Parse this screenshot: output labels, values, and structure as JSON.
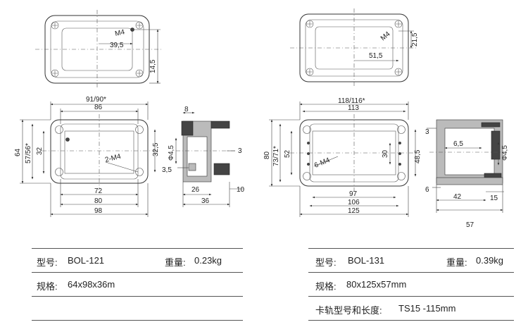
{
  "left_product": {
    "dims": {
      "m4_top": "M4",
      "d39_5": "39,5",
      "d14_5": "14,5",
      "d91_90": "91/90*",
      "d86": "86",
      "d64": "64",
      "d57_56": "57/56*",
      "d32": "32",
      "d2m4": "2-M4",
      "d32_5": "32,5",
      "d72": "72",
      "d80": "80",
      "d98": "98",
      "d8": "8",
      "d3": "3",
      "phi4_5": "Φ4,5",
      "d3_5": "3,5",
      "d26": "26",
      "d10": "10",
      "d36": "36"
    },
    "specs": {
      "model_label": "型号:",
      "model_value": "BOL-121",
      "weight_label": "重量:",
      "weight_value": "0.23kg",
      "size_label": "规格:",
      "size_value": "64x98x36m"
    }
  },
  "right_product": {
    "dims": {
      "m4_top": "M4",
      "d51_5": "51,5",
      "d21_5": "21,5",
      "d118_116": "118/116*",
      "d113": "113",
      "d80": "80",
      "d73_71": "73/71*",
      "d52": "52",
      "d6m4": "6-M4",
      "d30": "30",
      "d48_5": "48,5",
      "d97": "97",
      "d106": "106",
      "d125": "125",
      "d3": "3",
      "d6_5": "6,5",
      "phi4_5": "Φ4,5",
      "d6": "6",
      "d42": "42",
      "d15": "15",
      "d57": "57"
    },
    "specs": {
      "model_label": "型号:",
      "model_value": "BOL-131",
      "weight_label": "重量:",
      "weight_value": "0.39kg",
      "size_label": "规格:",
      "size_value": "80x125x57mm",
      "rail_label": "卡轨型号和长度:",
      "rail_value": "TS15 -115mm"
    }
  }
}
